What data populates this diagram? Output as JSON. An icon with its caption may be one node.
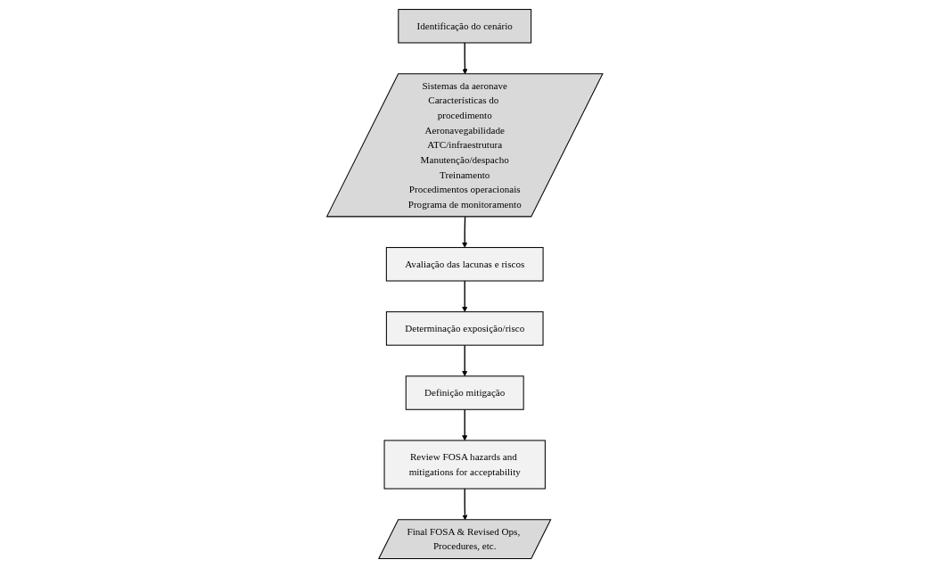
{
  "diagram": {
    "nodes": [
      {
        "text": [
          "Identificação do cenário"
        ]
      },
      {
        "text": [
          "Sistemas da aeronave",
          "Características do procedimento",
          "Aeronavegabilidade",
          "ATC/infraestrutura",
          "Manutenção/despacho",
          "Treinamento",
          "Procedimentos operacionais",
          "Programa de monitoramento"
        ]
      },
      {
        "text": [
          "Avaliação das lacunas e riscos"
        ]
      },
      {
        "text": [
          "Determinação exposição/risco"
        ]
      },
      {
        "text": [
          "Definição mitigação"
        ]
      },
      {
        "text": [
          "Review FOSA hazards and mitigations for acceptability"
        ]
      },
      {
        "text": [
          "Final FOSA & Revised Ops, Procedures, etc."
        ]
      }
    ],
    "edges": [
      {
        "from": 0,
        "to": 1,
        "arrow": "to"
      },
      {
        "from": 1,
        "to": 2,
        "arrow": "to"
      },
      {
        "from": 2,
        "to": 3,
        "arrow": "to"
      },
      {
        "from": 3,
        "to": 4,
        "arrow": "to"
      },
      {
        "from": 4,
        "to": 5,
        "arrow": "to"
      },
      {
        "from": 5,
        "to": 6,
        "arrow": "to"
      }
    ]
  }
}
